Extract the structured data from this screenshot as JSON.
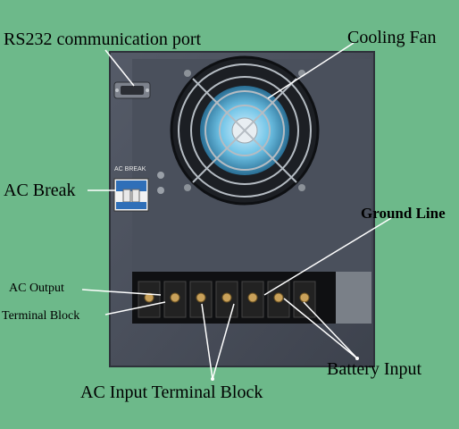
{
  "labels": {
    "rs232": "RS232 communication port",
    "cooling_fan": "Cooling Fan",
    "ac_break": "AC Break",
    "ground_line": "Ground Line",
    "ac_output": "AC Output",
    "terminal_block": "Terminal Block",
    "battery_input": "Battery Input",
    "ac_input": "AC Input Terminal Block"
  },
  "panel": {
    "breaker_caption": "AC BREAK"
  },
  "colors": {
    "background": "#6db98a",
    "panel": "#454b57",
    "callout_line": "#ffffff",
    "fan_blue": "#5fb4d6"
  }
}
